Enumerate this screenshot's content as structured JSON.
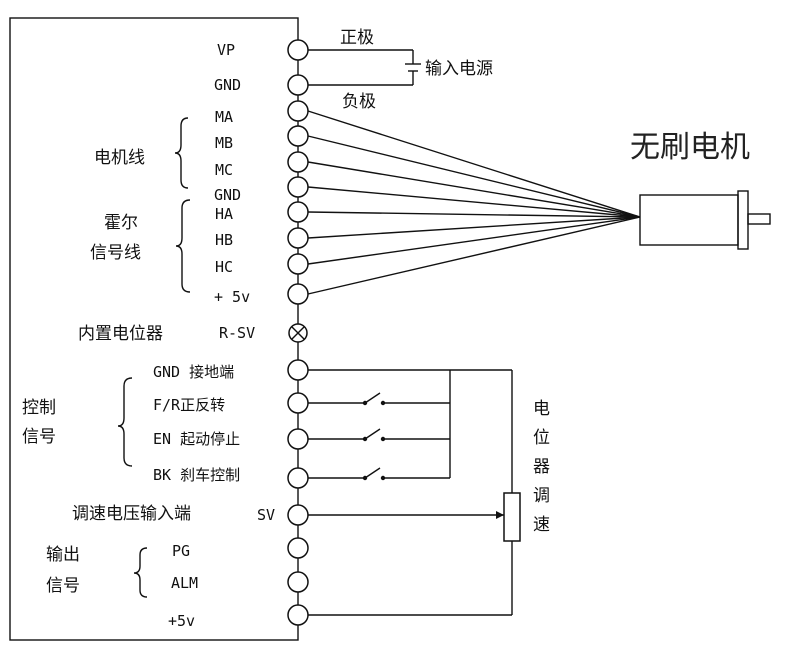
{
  "terminals": [
    {
      "label": "VP"
    },
    {
      "label": "GND"
    },
    {
      "label": "MA"
    },
    {
      "label": "MB"
    },
    {
      "label": "MC"
    },
    {
      "label": "GND"
    },
    {
      "label": "HA"
    },
    {
      "label": "HB"
    },
    {
      "label": "HC"
    },
    {
      "label": "+ 5v"
    },
    {
      "label": "R-SV"
    },
    {
      "label": "GND 接地端"
    },
    {
      "label": "F/R正反转"
    },
    {
      "label": "EN 起动停止"
    },
    {
      "label": "BK 刹车控制"
    },
    {
      "label": "SV"
    },
    {
      "label": "PG"
    },
    {
      "label": "ALM"
    },
    {
      "label": "+5v"
    }
  ],
  "groups": {
    "motor_wire": "电机线",
    "hall_1": "霍尔",
    "hall_2": "信号线",
    "internal_pot": "内置电位器",
    "control_1": "控制",
    "control_2": "信号",
    "speed_input": "调速电压输入端",
    "output_1": "输出",
    "output_2": "信号"
  },
  "power": {
    "positive": "正极",
    "negative": "负极",
    "input": "输入电源"
  },
  "motor": {
    "title": "无刷电机"
  },
  "potentiometer": {
    "label": [
      "电",
      "位",
      "器",
      "调",
      "速"
    ]
  },
  "colors": {
    "ink": "#111111",
    "background": "#ffffff"
  }
}
